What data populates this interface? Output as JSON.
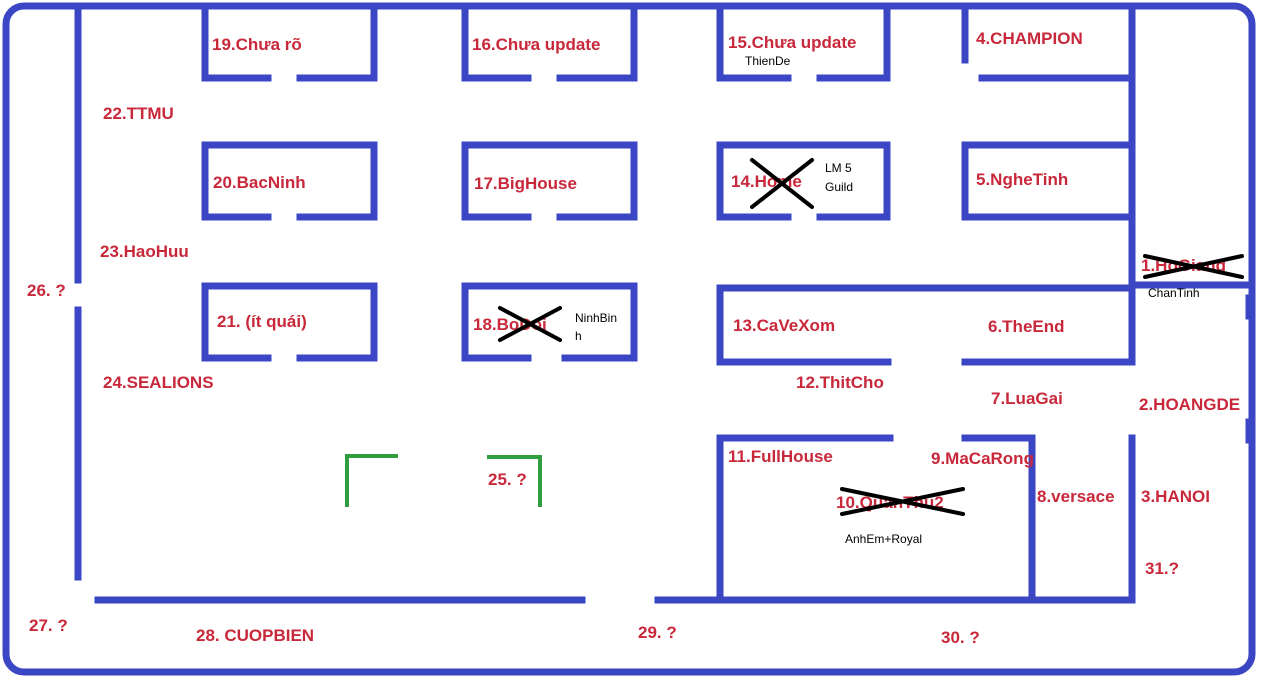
{
  "zones": {
    "z1": "1.HoGiang",
    "z2": "2.HOANGDE",
    "z3": "3.HANOI",
    "z4": "4.CHAMPION",
    "z5": "5.NgheTinh",
    "z6": "6.TheEnd",
    "z7": "7.LuaGai",
    "z8": "8.versace",
    "z9": "9.MaCaRong",
    "z10": "10.QuanThu2",
    "z11": "11.FullHouse",
    "z12": "12.ThitCho",
    "z13": "13.CaVeXom",
    "z14": "14.Home",
    "z15": "15.Chưa update",
    "z16": "16.Chưa update",
    "z17": "17.BigHouse",
    "z18": "18.BoDoi",
    "z19": "19.Chưa rõ",
    "z20": "20.BacNinh",
    "z21": "21. (ít quái)",
    "z22": "22.TTMU",
    "z23": "23.HaoHuu",
    "z24": "24.SEALIONS",
    "z25": "25. ?",
    "z26": "26. ?",
    "z27": "27. ?",
    "z28": "28. CUOPBIEN",
    "z29": "29. ?",
    "z30": "30. ?",
    "z31": "31.?"
  },
  "notes": {
    "thiende": "ThienDe",
    "lm5_line1": "LM 5",
    "lm5_line2": "Guild",
    "chantinh": "ChanTinh",
    "ninhbinh_line1": "NinhBin",
    "ninhbinh_line2": "h",
    "anhem": "AnhEm+Royal"
  },
  "crossed_out": [
    "1.HoGiang",
    "10.QuanThu2",
    "14.Home",
    "18.BoDoi"
  ],
  "colors": {
    "wall": "#3b46c4",
    "label": "#c8283a",
    "marker": "#2e9e3e",
    "cross": "#000000"
  }
}
